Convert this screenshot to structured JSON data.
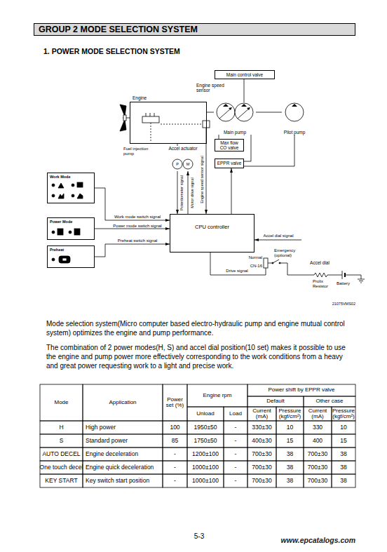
{
  "diagram": {
    "title": "GROUP 2 MODE SELECTION SYSTEM",
    "nodes": [
      {
        "text": [
          "Main control valve"
        ]
      },
      {
        "text": [
          "Engine speed sensor"
        ]
      },
      {
        "text": [
          "Engine"
        ]
      },
      {
        "text": [
          "Main pump"
        ]
      },
      {
        "text": [
          "Pilot pump"
        ]
      },
      {
        "text": [
          "Accel actuator"
        ]
      },
      {
        "text": [
          "Max flow CO valve"
        ]
      },
      {
        "text": [
          "EPPR valve"
        ]
      },
      {
        "text": [
          "Work Mode"
        ]
      },
      {
        "text": [
          "Power Mode"
        ]
      },
      {
        "text": [
          "Preheat"
        ]
      },
      {
        "text": [
          "CPU controller"
        ]
      },
      {
        "text": [
          "Accel dial"
        ]
      }
    ],
    "edges": [
      {
        "from": 2,
        "to": 3,
        "arrow": "none"
      },
      {
        "from": 3,
        "to": 4,
        "arrow": "none"
      },
      {
        "from": 3,
        "to": 0,
        "arrow": "none"
      },
      {
        "from": 8,
        "to": 11,
        "label": "Work mode switch signal",
        "arrow": "to"
      },
      {
        "from": 9,
        "to": 11,
        "label": "Power mode switch signal",
        "arrow": "to"
      },
      {
        "from": 10,
        "to": 11,
        "label": "Preheat switch signal",
        "arrow": "to"
      },
      {
        "from": 5,
        "to": 11,
        "label": "Potentiometer signal",
        "arrow": "to"
      },
      {
        "from": 11,
        "to": 5,
        "label": "Motor drive signal",
        "arrow": "to"
      },
      {
        "from": 1,
        "to": 11,
        "label": "Engine speed sensor signal",
        "arrow": "to"
      },
      {
        "from": 12,
        "to": 11,
        "label": "Accel dial signal",
        "arrow": "to"
      },
      {
        "from": 11,
        "to": 7,
        "arrow": "to"
      },
      {
        "from": 7,
        "to": 3,
        "arrow": "none"
      },
      {
        "from": 6,
        "to": 3,
        "arrow": "none"
      },
      {
        "from": 4,
        "to": 7,
        "arrow": "none"
      }
    ],
    "labels": [
      "1. POWER MODE SELECTION SYSTEM",
      "Fuel injection pump",
      "P",
      "M",
      "Normal",
      "CN-16",
      "Emergency (optional)",
      "Drive signal",
      "Prolix Resistor",
      "Battery",
      "21075VMS02",
      "Mode selection system(Micro computer based electro-hydraulic pump and engine mutual control system) optimizes the engine and pump performance.",
      "The combination of 2 power modes(H, S) and accel dial position(10 set) makes it possible to use the engine and pump power more effectively corresponding to the work conditions from a heavy and great power requesting work to a light and precise work.",
      "Mode",
      "Application",
      "Power set (%)",
      "Engine rpm",
      "Power shift by EPPR valve",
      "Default",
      "Other case",
      "Unload",
      "Load",
      "Current (mA)",
      "Pressure (kgf/cm²)",
      "Current (mA)",
      "Pressure (kgf/cm²)",
      "H",
      "High power",
      "100",
      "1950±50",
      "-",
      "330±30",
      "10",
      "330",
      "10",
      "S",
      "Standard power",
      "85",
      "1750±50",
      "-",
      "400±30",
      "15",
      "400",
      "15",
      "AUTO DECEL",
      "Engine deceleration",
      "-",
      "1200±100",
      "-",
      "700±30",
      "38",
      "700±30",
      "38",
      "One touch decel",
      "Engine quick deceleration",
      "-",
      "1000±100",
      "-",
      "700±30",
      "38",
      "700±30",
      "38",
      "KEY START",
      "Key switch start position",
      "-",
      "1000±100",
      "-",
      "700±30",
      "38",
      "700±30",
      "38",
      "5-3",
      "www.epcatalogs.com"
    ]
  }
}
